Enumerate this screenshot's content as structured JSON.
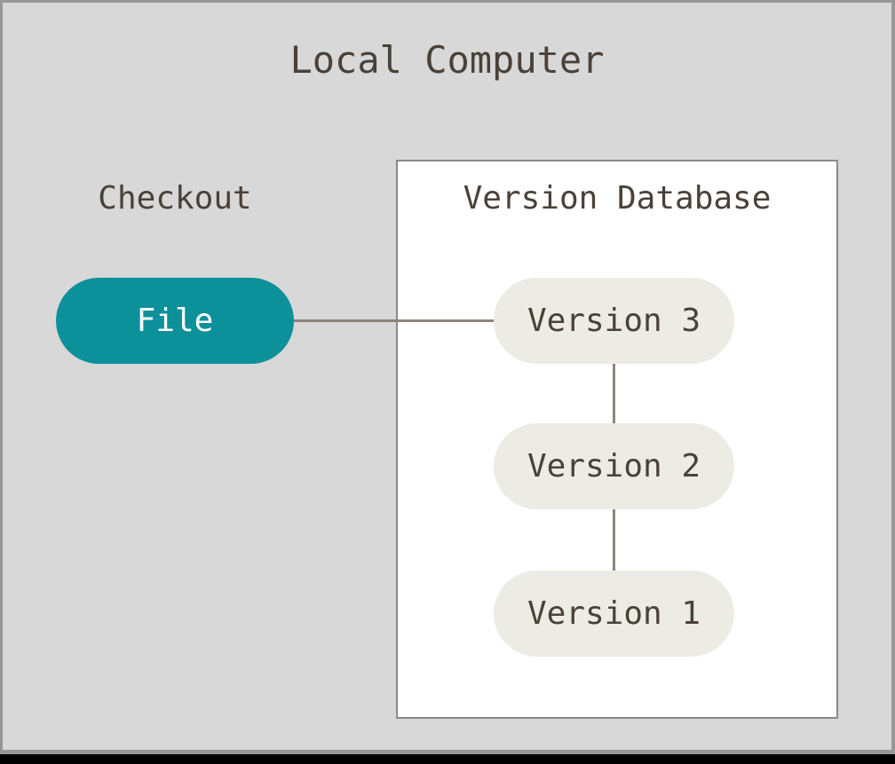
{
  "title": "Local Computer",
  "checkout_label": "Checkout",
  "file_node": {
    "label": "File"
  },
  "version_database": {
    "title": "Version Database",
    "versions": [
      {
        "label": "Version 3"
      },
      {
        "label": "Version 2"
      },
      {
        "label": "Version 1"
      }
    ]
  },
  "colors": {
    "canvas_background": "#d8d8d8",
    "frame_border": "#979797",
    "bottom_bar": "#000000",
    "box_background": "#ffffff",
    "box_border": "#8a8a8a",
    "connector": "#8d857b",
    "file_fill": "#0c909a",
    "file_text": "#ffffff",
    "version_fill": "#edece4",
    "text": "#4a4138"
  }
}
